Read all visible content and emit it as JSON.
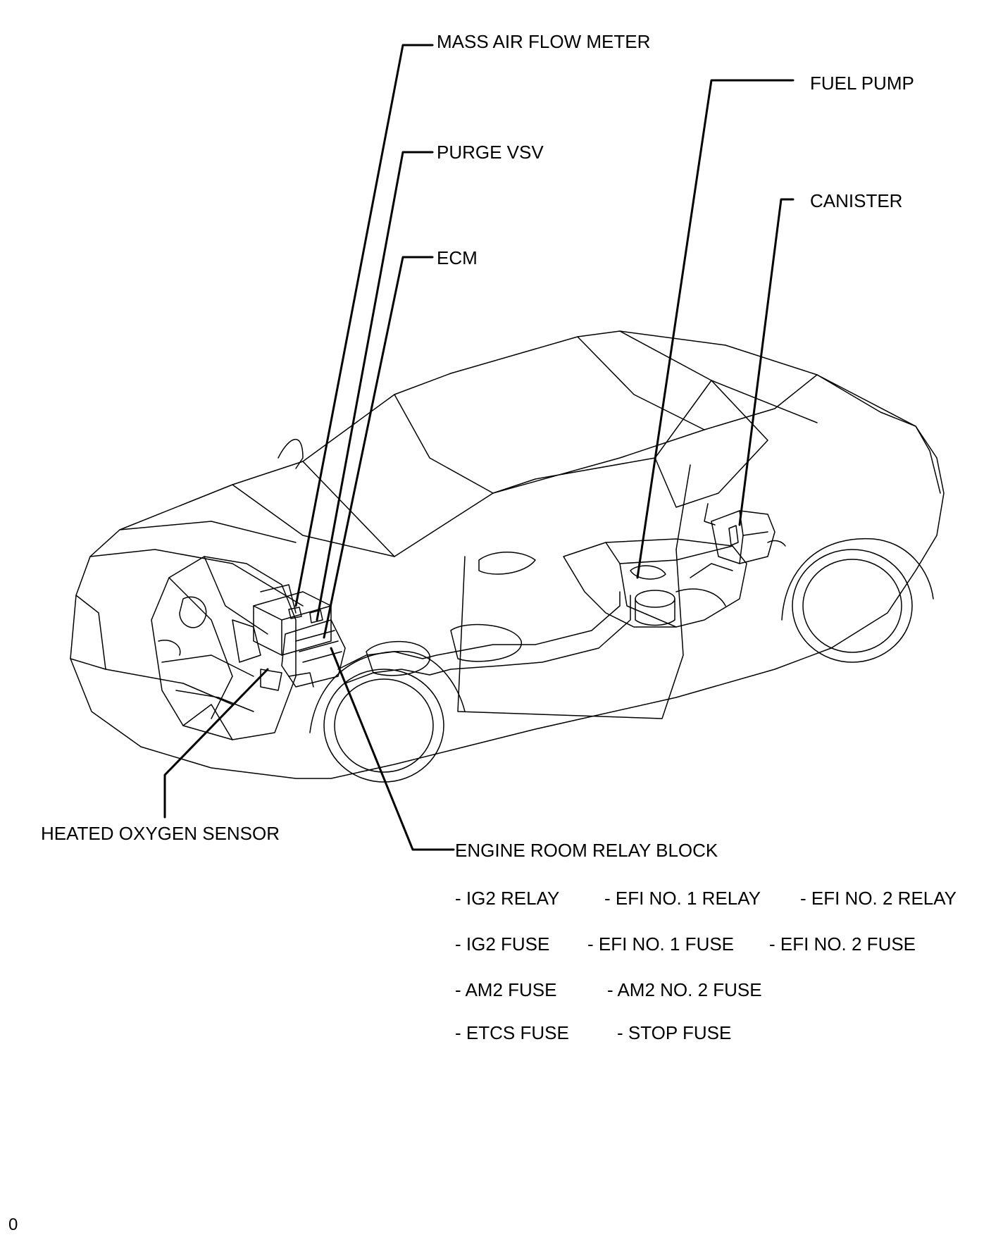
{
  "callouts": {
    "mass_air_flow_meter": "MASS AIR FLOW METER",
    "purge_vsv": "PURGE VSV",
    "ecm": "ECM",
    "fuel_pump": "FUEL PUMP",
    "canister": "CANISTER",
    "heated_oxygen_sensor": "HEATED OXYGEN SENSOR",
    "engine_room_relay_block": "ENGINE ROOM RELAY BLOCK"
  },
  "relay_block_items": {
    "row1": [
      "- IG2 RELAY",
      "- EFI NO. 1 RELAY",
      "- EFI NO. 2 RELAY"
    ],
    "row2": [
      "- IG2 FUSE",
      "- EFI NO. 1 FUSE",
      "- EFI NO. 2 FUSE"
    ],
    "row3": [
      "- AM2 FUSE",
      "- AM2 NO. 2 FUSE"
    ],
    "row4": [
      "- ETCS FUSE",
      "- STOP FUSE"
    ]
  },
  "figure_id": "0",
  "colors": {
    "ink": "#000000",
    "paper": "#ffffff"
  }
}
